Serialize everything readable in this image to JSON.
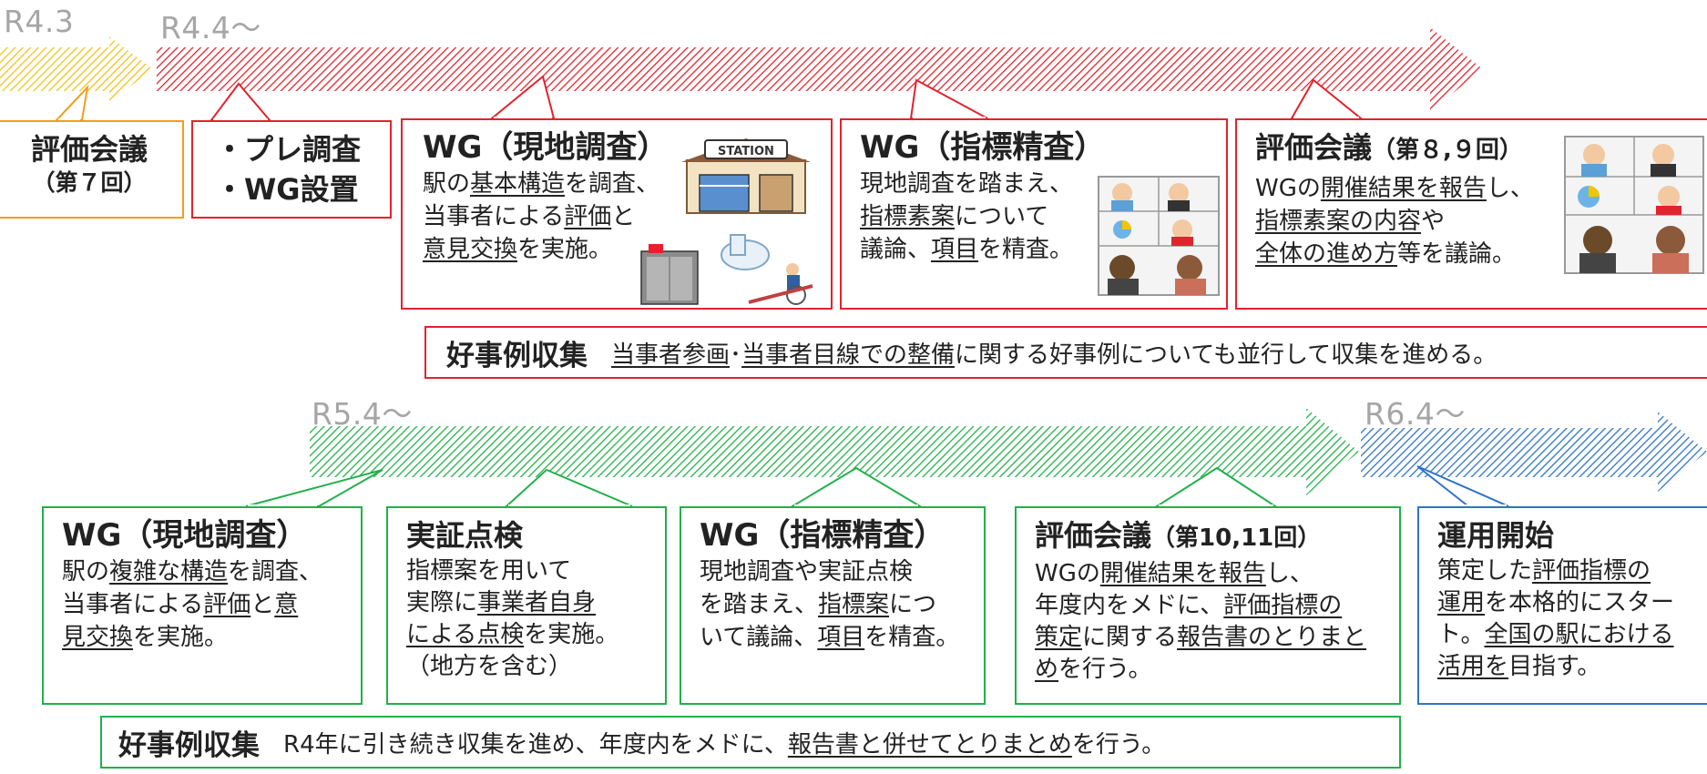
{
  "timeline_labels": {
    "r4_3": "R4.3",
    "r4_4": "R4.4～",
    "r5_4": "R5.4～",
    "r6_4": "R6.4～"
  },
  "row1": {
    "hyouka7": {
      "title": "評価会議",
      "sub": "（第７回）"
    },
    "pre": {
      "l1": "・プレ調査",
      "l2": "・WG設置"
    },
    "wg_genchi": {
      "title": "WG（現地調査）",
      "l1a": "駅の",
      "l1b": "基本構造",
      "l1c": "を調査、",
      "l2a": "当事者による",
      "l2b": "評価",
      "l2c": "と",
      "l3a": "意見交換",
      "l3b": "を実施。",
      "station_sign": "STATION"
    },
    "wg_shihyou": {
      "title": "WG（指標精査）",
      "l1": "現地調査を踏まえ、",
      "l2a": "指標素案",
      "l2b": "について",
      "l3a": "議論、",
      "l3b": "項目",
      "l3c": "を精査。"
    },
    "hyouka89": {
      "title": "評価会議",
      "sub": "（第８,９回）",
      "l1a": "WGの",
      "l1b": "開催結果を報告",
      "l1c": "し、",
      "l2a": "指標素案の内容",
      "l2b": "や",
      "l3a": "全体の進め方",
      "l3b": "等を議論。"
    }
  },
  "banner1": {
    "title": "好事例収集",
    "a": "当事者参画",
    "b": "･",
    "c": "当事者目線での整備",
    "d": "に関する好事例についても並行して収集を進める。"
  },
  "row2": {
    "wg_genchi": {
      "title": "WG（現地調査）",
      "l1a": "駅の",
      "l1b": "複雑な構造",
      "l1c": "を調査、",
      "l2a": "当事者による",
      "l2b": "評価",
      "l2c": "と",
      "l2d": "意",
      "l3a": "見交換",
      "l3b": "を実施。"
    },
    "jisshou": {
      "title": "実証点検",
      "l1": "指標案を用いて",
      "l2a": "実際に",
      "l2b": "事業者自身",
      "l3a": "による点検",
      "l3b": "を実施。",
      "l4": "（地方を含む）"
    },
    "wg_shihyou": {
      "title": "WG（指標精査）",
      "l1": "現地調査や実証点検",
      "l2a": "を踏まえ、",
      "l2b": "指標案",
      "l2c": "につ",
      "l3a": "いて議論、",
      "l3b": "項目",
      "l3c": "を精査。"
    },
    "hyouka1011": {
      "title": "評価会議",
      "sub": "（第10,11回）",
      "l1a": "WGの",
      "l1b": "開催結果を報告",
      "l1c": "し、",
      "l2a": "年度内をメドに、",
      "l2b": "評価指標の",
      "l3a": "策定",
      "l3b": "に関する",
      "l3c": "報告書のとりまと",
      "l4a": "め",
      "l4b": "を行う。"
    },
    "unyou": {
      "title": "運用開始",
      "l1a": "策定した",
      "l1b": "評価指標の",
      "l2a": "運用",
      "l2b": "を本格的にスター",
      "l3a": "ト。",
      "l3b": "全国の駅における",
      "l4a": "活用を",
      "l4b": "目指す。"
    }
  },
  "banner2": {
    "title": "好事例収集",
    "a": "R4年に引き続き収集を進め、年度内をメドに、",
    "b": "報告書と併せてとりまとめ",
    "c": "を行う。"
  },
  "colors": {
    "red": "#e2232e",
    "green": "#22b04b",
    "blue": "#2e74c3",
    "orange": "#f39c1f",
    "yellow_arrow": "#f3c400",
    "label_gray": "#a6a6a6"
  }
}
